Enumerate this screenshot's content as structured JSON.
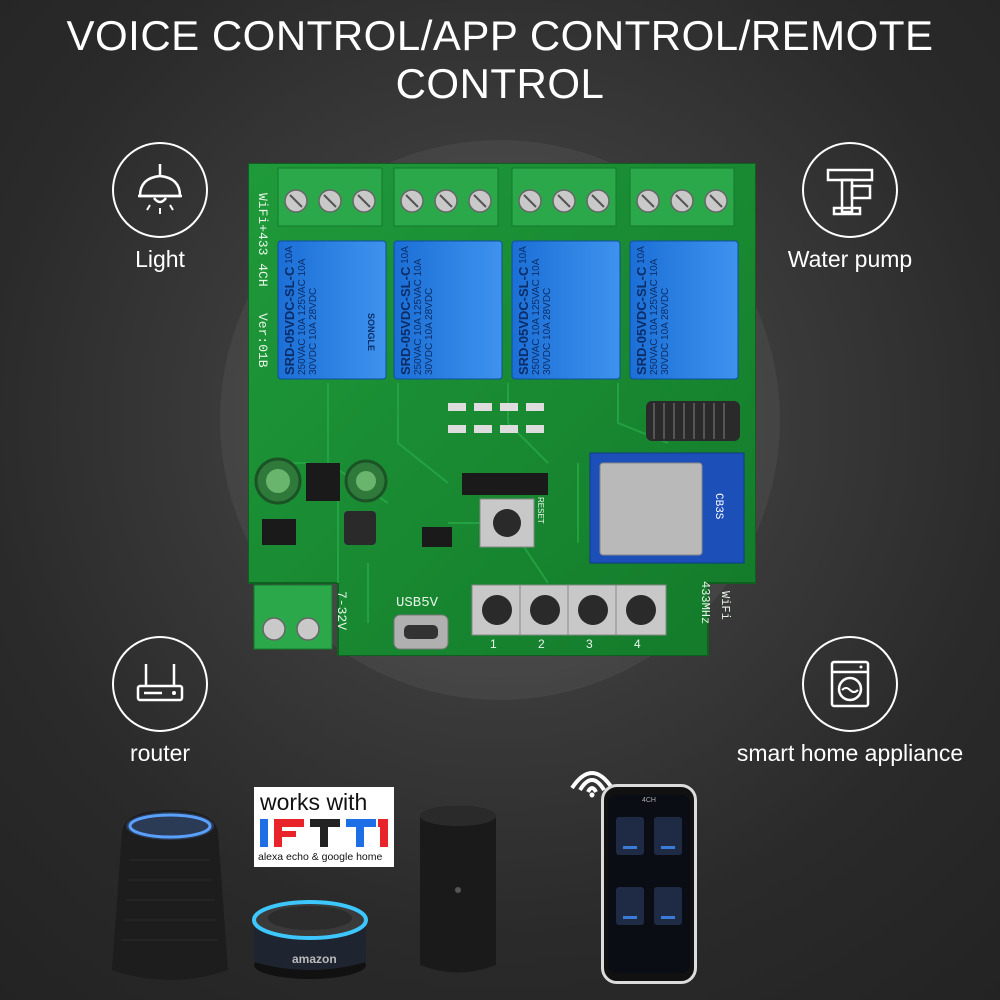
{
  "headline": "VOICE CONTROL/APP CONTROL/REMOTE CONTROL",
  "features": {
    "light": "Light",
    "water_pump": "Water pump",
    "router": "router",
    "smart_home": "smart home appliance"
  },
  "board": {
    "side_label_1": "WiFi+433  4CH",
    "side_label_2": "Ver:01B",
    "relay_text_1": "10A 250VAC  10A 125VAC",
    "relay_text_2": "10A 30VDC  10A 28VDC",
    "relay_model": "SRD-05VDC-SL-C",
    "relay_brand": "SONGLE",
    "usb_label": "USB5V",
    "voltage_label": "7-32V",
    "rf_label": "433MHz",
    "wifi_label": "WiFi",
    "module_label": "CB3S",
    "reset_label": "RESET",
    "buttons": [
      "1",
      "2",
      "3",
      "4"
    ]
  },
  "badge": {
    "works_with": "works with",
    "logo": "IFTTT",
    "subtitle": "alexa echo & google home"
  },
  "speaker_brand": "amazon",
  "phone_title": "4CH"
}
